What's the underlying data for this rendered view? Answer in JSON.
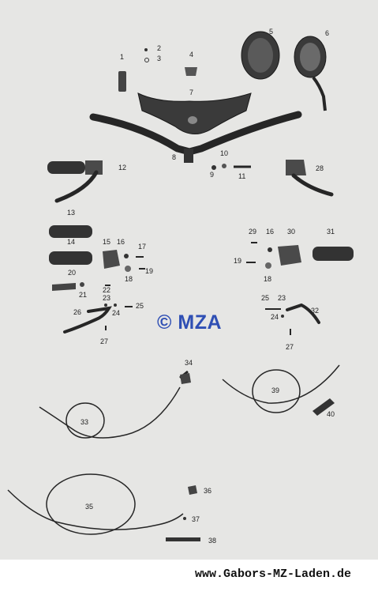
{
  "diagram": {
    "watermark": "© MZA",
    "footer_url": "www.Gabors-MZ-Laden.de",
    "part_numbers": [
      "1",
      "2",
      "3",
      "4",
      "5",
      "6",
      "7",
      "8",
      "9",
      "10",
      "11",
      "12",
      "13",
      "14",
      "15",
      "16",
      "17",
      "18",
      "19",
      "20",
      "21",
      "22",
      "23",
      "24",
      "25",
      "26",
      "27",
      "28",
      "29",
      "16",
      "30",
      "31",
      "19",
      "18",
      "25",
      "23",
      "32",
      "24",
      "27",
      "34",
      "33",
      "39",
      "40",
      "35",
      "36",
      "37",
      "38"
    ],
    "colors": {
      "paper": "#e6e6e4",
      "ink": "#262626",
      "watermark": "#2f4fb4"
    },
    "icons": [
      "handlebar-icon",
      "mirror-icon",
      "grip-icon",
      "lever-icon",
      "switch-housing-icon",
      "cable-icon",
      "screw-icon"
    ]
  }
}
